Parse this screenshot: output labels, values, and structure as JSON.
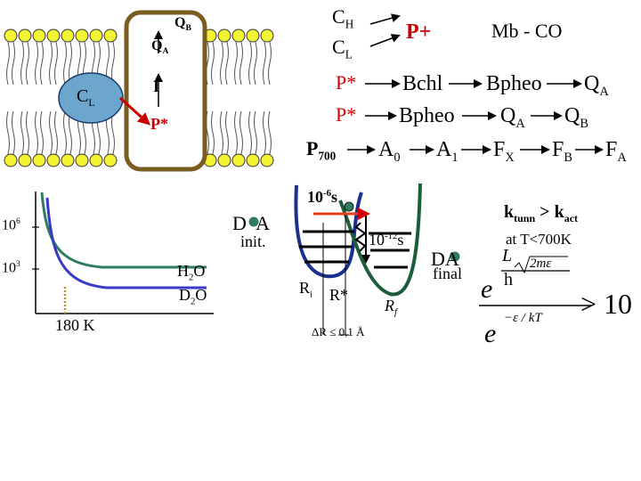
{
  "membrane": {
    "qb": "Q",
    "qb_sub": "B",
    "qa": "Q",
    "qa_sub": "A",
    "cl": "C",
    "cl_sub": "L",
    "i": "I",
    "pstar": "P*"
  },
  "chains": {
    "row1": {
      "ch": "C",
      "ch_sub": "H",
      "cl": "C",
      "cl_sub": "L",
      "pplus": "P+",
      "mbco": "Mb - CO"
    },
    "row2": {
      "pstar": "P*",
      "bchl": "Bchl",
      "bpheo": "Bpheo",
      "qa": "Q",
      "qa_sub": "A"
    },
    "row3": {
      "pstar": "P*",
      "bpheo": "Bpheo",
      "qa": "Q",
      "qa_sub": "A",
      "qb": "Q",
      "qb_sub": "B"
    },
    "row4": {
      "p700": "P",
      "p700_sub": "700",
      "a0": "A",
      "a0_sub": "0",
      "a1": "A",
      "a1_sub": "1",
      "fx": "F",
      "fx_sub": "X",
      "fb": "F",
      "fb_sub": "B",
      "fa": "F",
      "fa_sub": "A"
    }
  },
  "rate_plot": {
    "y_tick_1": "10",
    "y_tick_1_exp": "6",
    "y_tick_2": "10",
    "y_tick_2_exp": "3",
    "x_mark": "180 K",
    "da": "D A",
    "init": "init.",
    "h2o": "H",
    "h2o_sub": "2",
    "h2o_tail": "O",
    "d2o": "D",
    "d2o_sub": "2",
    "d2o_tail": "O"
  },
  "potential": {
    "time_top": "10",
    "time_top_exp": "-6",
    "time_top_tail": "s",
    "time_mid": "10",
    "time_mid_exp": "-12",
    "time_mid_tail": "s",
    "ri": "R",
    "ri_sub": "i",
    "rstar": "R*",
    "rf": "R",
    "rf_sub": "f",
    "delta_r": "ΔR ≤ 0,1 Å",
    "da_final": "DA",
    "final": "final"
  },
  "tunneling": {
    "kt": "k",
    "kt_sub": "tunn",
    "gt": " > ",
    "ka": "k",
    "ka_sub": "act",
    "condition": "at T<700K",
    "e": "e",
    "exp_l": "L",
    "exp_sqrt": "2mε",
    "exp_h": "h",
    "exp_bottom": "−ε / kT",
    "gt10": "> 10"
  },
  "colors": {
    "lipid_head": "#f3f234",
    "membrane_border": "#7a5c21",
    "red": "#cc0000",
    "green": "#2e7c63",
    "blue": "#3a3ac8",
    "dark_green": "#1c5e3c"
  }
}
